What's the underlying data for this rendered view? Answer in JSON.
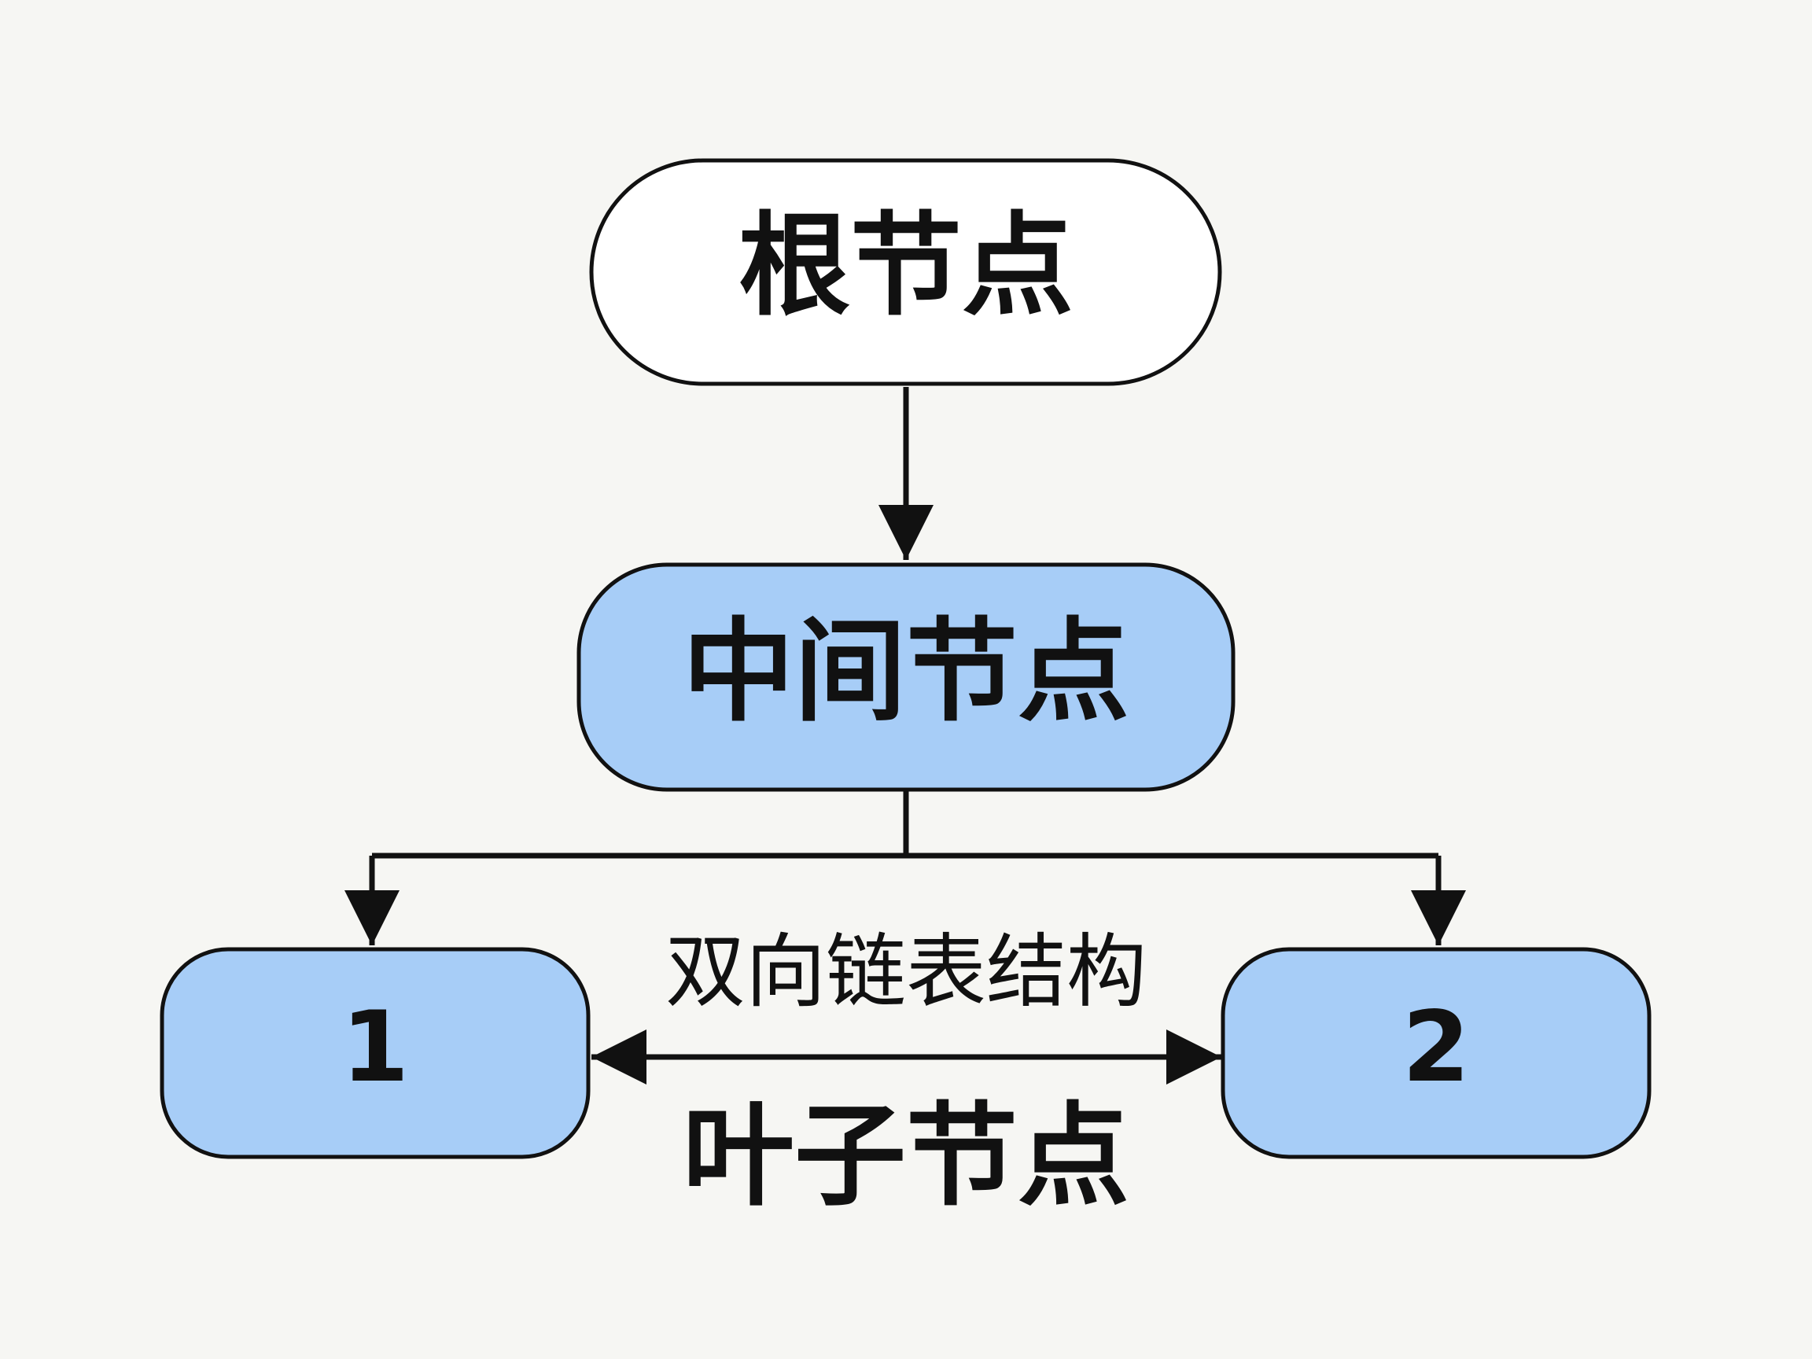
{
  "nodes": {
    "root": {
      "label": "根节点"
    },
    "middle": {
      "label": "中间节点"
    },
    "leaf_1": {
      "label": "1"
    },
    "leaf_2": {
      "label": "2"
    }
  },
  "annotations": {
    "link_label": "双向链表结构",
    "leaf_group_label": "叶子节点"
  },
  "colors": {
    "background": "#f6f6f3",
    "root_fill": "#ffffff",
    "node_fill": "#a7cdf7",
    "outline": "#111111"
  }
}
